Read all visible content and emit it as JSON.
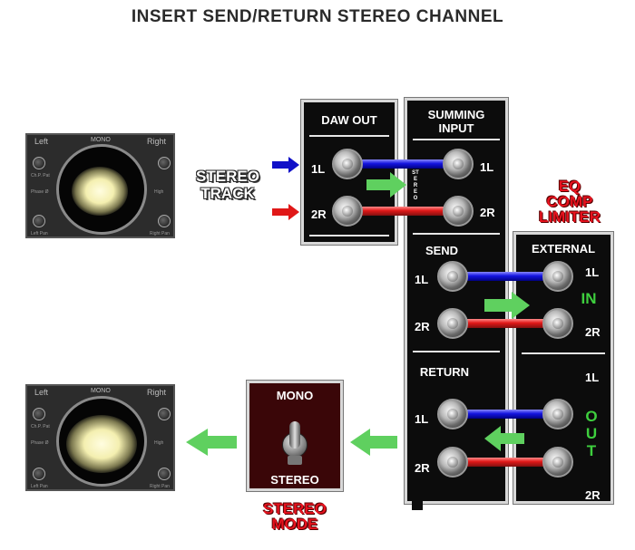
{
  "title": "INSERT SEND/RETURN STEREO CHANNEL",
  "scope": {
    "left": "Left",
    "right": "Right",
    "mono": "MONO",
    "ctrl_a": "Ch.P. Pat",
    "ctrl_b": "Phase Ø",
    "ctrl_c": "High",
    "ctrl_d": "Left Pan",
    "ctrl_e": "Right Pan"
  },
  "stereo_track": "STEREO\nTRACK",
  "daw_out": {
    "title": "DAW OUT",
    "l": "1L",
    "r": "2R"
  },
  "summing_input": {
    "title": "SUMMING\nINPUT",
    "l": "1L",
    "r": "2R",
    "vertical": "STEREO"
  },
  "eq_comp_limiter": "EQ\nCOMP\nLIMITER",
  "send": {
    "title": "SEND",
    "l": "1L",
    "r": "2R"
  },
  "external": {
    "title": "EXTERNAL",
    "l_in": "1L",
    "r_in": "2R",
    "l_out": "1L",
    "r_out": "2R"
  },
  "in_label": "IN",
  "out_label": "O\nU\nT",
  "return": {
    "title": "RETURN",
    "l": "1L",
    "r": "2R"
  },
  "switch": {
    "top": "MONO",
    "bottom": "STEREO"
  },
  "stereo_mode": "STEREO\nMODE",
  "colors": {
    "cable_left": "#1414e0",
    "cable_right": "#e01818",
    "arrow": "#5fd05f",
    "label_red": "#e8121e",
    "label_green": "#3ecf3e"
  }
}
